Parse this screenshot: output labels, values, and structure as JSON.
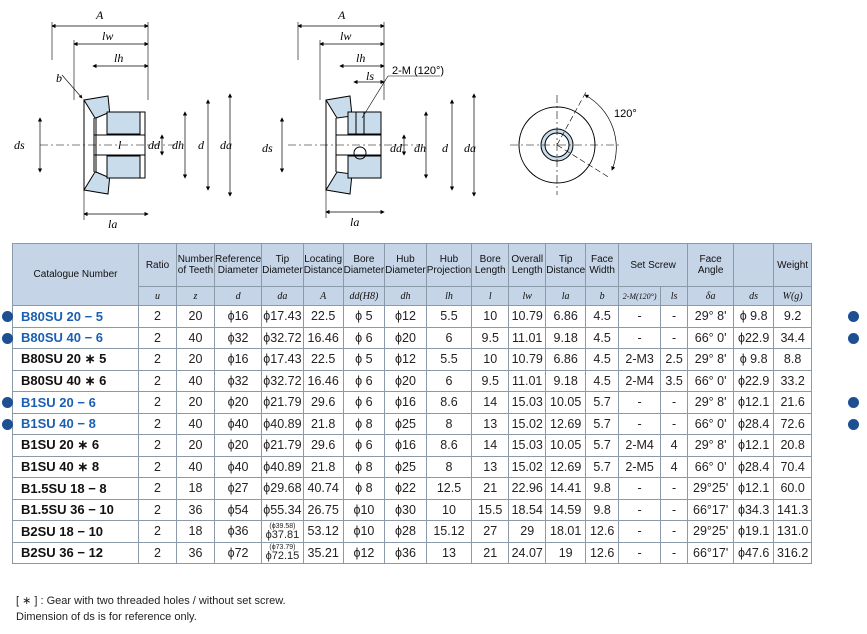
{
  "drawing_labels": {
    "left": {
      "A": "A",
      "lw": "lw",
      "lh": "lh",
      "b": "b",
      "ds": "ds",
      "l": "l",
      "dd": "dd",
      "dh": "dh",
      "d": "d",
      "da": "da",
      "la": "la"
    },
    "mid": {
      "A": "A",
      "lw": "lw",
      "lh": "lh",
      "ls": "ls",
      "set_screw": "2-M (120°)",
      "ds": "ds",
      "dd": "dd",
      "dh": "dh",
      "d": "d",
      "da": "da",
      "la": "la"
    },
    "right": {
      "angle": "120°"
    }
  },
  "table": {
    "headers": [
      {
        "label": "Catalogue Number",
        "sym": ""
      },
      {
        "label": "Ratio",
        "sym": "u"
      },
      {
        "label": "Number of Teeth",
        "sym": "z"
      },
      {
        "label": "Reference Diameter",
        "sym": "d"
      },
      {
        "label": "Tip Diameter",
        "sym": "da"
      },
      {
        "label": "Locating Distance",
        "sym": "A"
      },
      {
        "label": "Bore Diameter",
        "sym": "dd(H8)"
      },
      {
        "label": "Hub Diameter",
        "sym": "dh"
      },
      {
        "label": "Hub Projection",
        "sym": "lh"
      },
      {
        "label": "Bore Length",
        "sym": "l"
      },
      {
        "label": "Overall Length",
        "sym": "lw"
      },
      {
        "label": "Tip Distance",
        "sym": "la"
      },
      {
        "label": "Face Width",
        "sym": "b"
      },
      {
        "label": "Set Screw",
        "sym1": "2-M(120°)",
        "sym2": "ls"
      },
      {
        "label": "Face Angle",
        "sym": "δa"
      },
      {
        "label": "",
        "sym": "ds"
      },
      {
        "label": "Weight",
        "sym": "W(g)"
      }
    ],
    "rows": [
      {
        "cat": "B80SU 20 − 5",
        "blue": true,
        "dot": "both",
        "u": "2",
        "z": "20",
        "d": "ϕ16",
        "da": "ϕ17.43",
        "A": "22.5",
        "dd": "ϕ 5",
        "dh": "ϕ12",
        "lh": "5.5",
        "l": "10",
        "lw": "10.79",
        "la": "6.86",
        "b": "4.5",
        "m": "-",
        "ls": "-",
        "fa": "29° 8'",
        "ds": "ϕ 9.8",
        "w": "9.2"
      },
      {
        "cat": "B80SU 40 − 6",
        "blue": true,
        "dot": "both",
        "u": "2",
        "z": "40",
        "d": "ϕ32",
        "da": "ϕ32.72",
        "A": "16.46",
        "dd": "ϕ 6",
        "dh": "ϕ20",
        "lh": "6",
        "l": "9.5",
        "lw": "11.01",
        "la": "9.18",
        "b": "4.5",
        "m": "-",
        "ls": "-",
        "fa": "66° 0'",
        "ds": "ϕ22.9",
        "w": "34.4"
      },
      {
        "cat": "B80SU 20 ∗ 5",
        "blue": false,
        "dot": "",
        "u": "2",
        "z": "20",
        "d": "ϕ16",
        "da": "ϕ17.43",
        "A": "22.5",
        "dd": "ϕ 5",
        "dh": "ϕ12",
        "lh": "5.5",
        "l": "10",
        "lw": "10.79",
        "la": "6.86",
        "b": "4.5",
        "m": "2-M3",
        "ls": "2.5",
        "fa": "29° 8'",
        "ds": "ϕ 9.8",
        "w": "8.8"
      },
      {
        "cat": "B80SU 40 ∗ 6",
        "blue": false,
        "dot": "",
        "u": "2",
        "z": "40",
        "d": "ϕ32",
        "da": "ϕ32.72",
        "A": "16.46",
        "dd": "ϕ 6",
        "dh": "ϕ20",
        "lh": "6",
        "l": "9.5",
        "lw": "11.01",
        "la": "9.18",
        "b": "4.5",
        "m": "2-M4",
        "ls": "3.5",
        "fa": "66° 0'",
        "ds": "ϕ22.9",
        "w": "33.2"
      },
      {
        "cat": "B1SU 20 − 6",
        "blue": true,
        "dot": "both",
        "u": "2",
        "z": "20",
        "d": "ϕ20",
        "da": "ϕ21.79",
        "A": "29.6",
        "dd": "ϕ 6",
        "dh": "ϕ16",
        "lh": "8.6",
        "l": "14",
        "lw": "15.03",
        "la": "10.05",
        "b": "5.7",
        "m": "-",
        "ls": "-",
        "fa": "29° 8'",
        "ds": "ϕ12.1",
        "w": "21.6"
      },
      {
        "cat": "B1SU 40 − 8",
        "blue": true,
        "dot": "both",
        "u": "2",
        "z": "40",
        "d": "ϕ40",
        "da": "ϕ40.89",
        "A": "21.8",
        "dd": "ϕ 8",
        "dh": "ϕ25",
        "lh": "8",
        "l": "13",
        "lw": "15.02",
        "la": "12.69",
        "b": "5.7",
        "m": "-",
        "ls": "-",
        "fa": "66° 0'",
        "ds": "ϕ28.4",
        "w": "72.6"
      },
      {
        "cat": "B1SU 20 ∗ 6",
        "blue": false,
        "dot": "",
        "u": "2",
        "z": "20",
        "d": "ϕ20",
        "da": "ϕ21.79",
        "A": "29.6",
        "dd": "ϕ 6",
        "dh": "ϕ16",
        "lh": "8.6",
        "l": "14",
        "lw": "15.03",
        "la": "10.05",
        "b": "5.7",
        "m": "2-M4",
        "ls": "4",
        "fa": "29° 8'",
        "ds": "ϕ12.1",
        "w": "20.8"
      },
      {
        "cat": "B1SU 40 ∗ 8",
        "blue": false,
        "dot": "",
        "u": "2",
        "z": "40",
        "d": "ϕ40",
        "da": "ϕ40.89",
        "A": "21.8",
        "dd": "ϕ 8",
        "dh": "ϕ25",
        "lh": "8",
        "l": "13",
        "lw": "15.02",
        "la": "12.69",
        "b": "5.7",
        "m": "2-M5",
        "ls": "4",
        "fa": "66° 0'",
        "ds": "ϕ28.4",
        "w": "70.4"
      },
      {
        "cat": "B1.5SU 18 − 8",
        "blue": false,
        "dot": "",
        "u": "2",
        "z": "18",
        "d": "ϕ27",
        "da": "ϕ29.68",
        "A": "40.74",
        "dd": "ϕ 8",
        "dh": "ϕ22",
        "lh": "12.5",
        "l": "21",
        "lw": "22.96",
        "la": "14.41",
        "b": "9.8",
        "m": "-",
        "ls": "-",
        "fa": "29°25'",
        "ds": "ϕ12.1",
        "w": "60.0"
      },
      {
        "cat": "B1.5SU 36 − 10",
        "blue": false,
        "dot": "",
        "u": "2",
        "z": "36",
        "d": "ϕ54",
        "da": "ϕ55.34",
        "A": "26.75",
        "dd": "ϕ10",
        "dh": "ϕ30",
        "lh": "10",
        "l": "15.5",
        "lw": "18.54",
        "la": "14.59",
        "b": "9.8",
        "m": "-",
        "ls": "-",
        "fa": "66°17'",
        "ds": "ϕ34.3",
        "w": "141.3"
      },
      {
        "cat": "B2SU 18 − 10",
        "blue": false,
        "dot": "",
        "u": "2",
        "z": "18",
        "d": "ϕ36",
        "da": "ϕ37.81",
        "da_small": "(ϕ39.58)",
        "A": "53.12",
        "dd": "ϕ10",
        "dh": "ϕ28",
        "lh": "15.12",
        "l": "27",
        "lw": "29",
        "la": "18.01",
        "b": "12.6",
        "m": "-",
        "ls": "-",
        "fa": "29°25'",
        "ds": "ϕ19.1",
        "w": "131.0"
      },
      {
        "cat": "B2SU 36 − 12",
        "blue": false,
        "dot": "",
        "u": "2",
        "z": "36",
        "d": "ϕ72",
        "da": "ϕ72.15",
        "da_small": "(ϕ73.79)",
        "A": "35.21",
        "dd": "ϕ12",
        "dh": "ϕ36",
        "lh": "13",
        "l": "21",
        "lw": "24.07",
        "la": "19",
        "b": "12.6",
        "m": "-",
        "ls": "-",
        "fa": "66°17'",
        "ds": "ϕ47.6",
        "w": "316.2"
      }
    ]
  },
  "notes": [
    "[ ∗ ] : Gear with two threaded holes / without set screw.",
    "Dimension of ds is for reference only."
  ],
  "colors": {
    "header_bg": "#c5d4e6",
    "blue_text": "#1a5fb4",
    "dot": "#1d4f91",
    "gear_fill": "#c9dcec"
  }
}
